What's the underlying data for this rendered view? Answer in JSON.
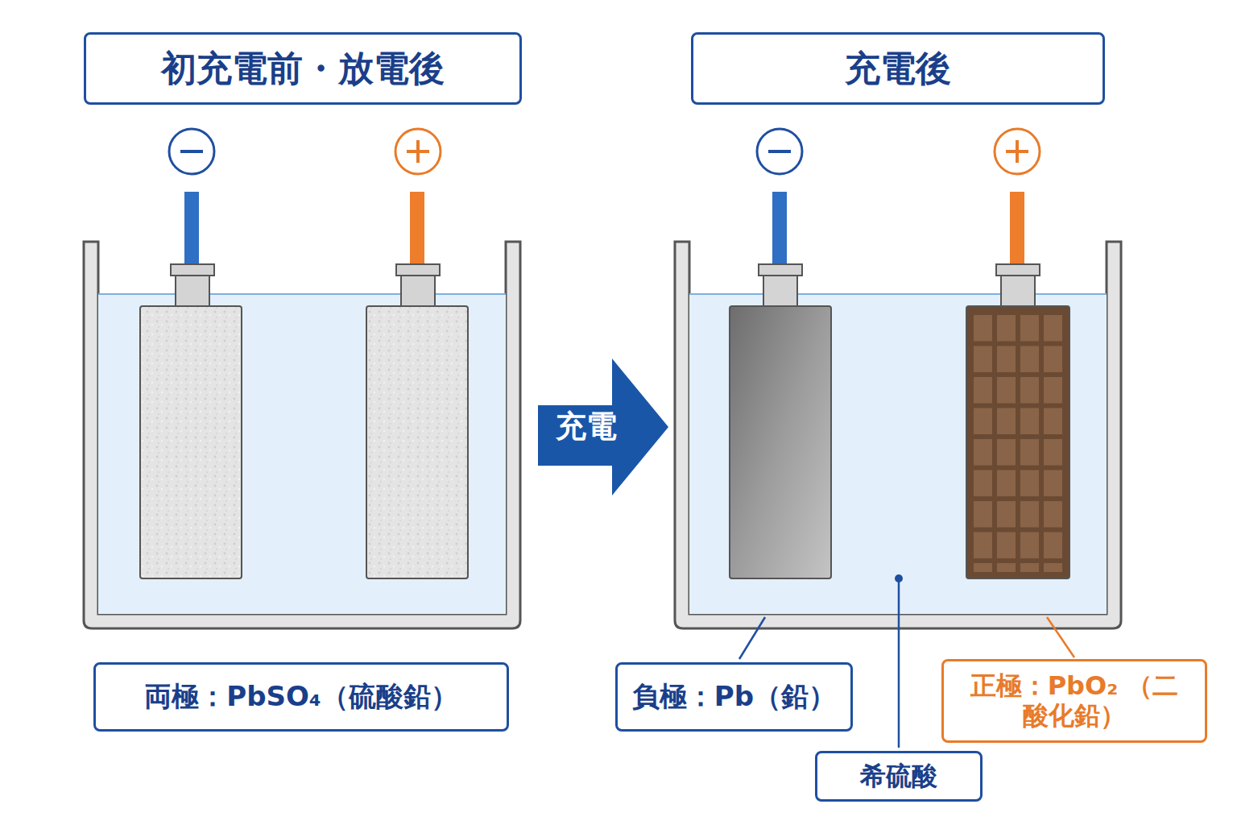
{
  "diagram": {
    "nodes": [
      {
        "text": [
          "初充電前・放電後"
        ]
      },
      {
        "text": [
          "充電後"
        ]
      },
      {
        "text": [
          "充電"
        ]
      },
      {
        "text": [
          "両極：PbSO₄（硫酸鉛）"
        ]
      },
      {
        "text": [
          "負極：Pb（鉛）"
        ]
      },
      {
        "text": [
          "正極：PbO₂ （二酸化鉛）"
        ]
      },
      {
        "text": [
          "希硫酸"
        ]
      }
    ]
  }
}
